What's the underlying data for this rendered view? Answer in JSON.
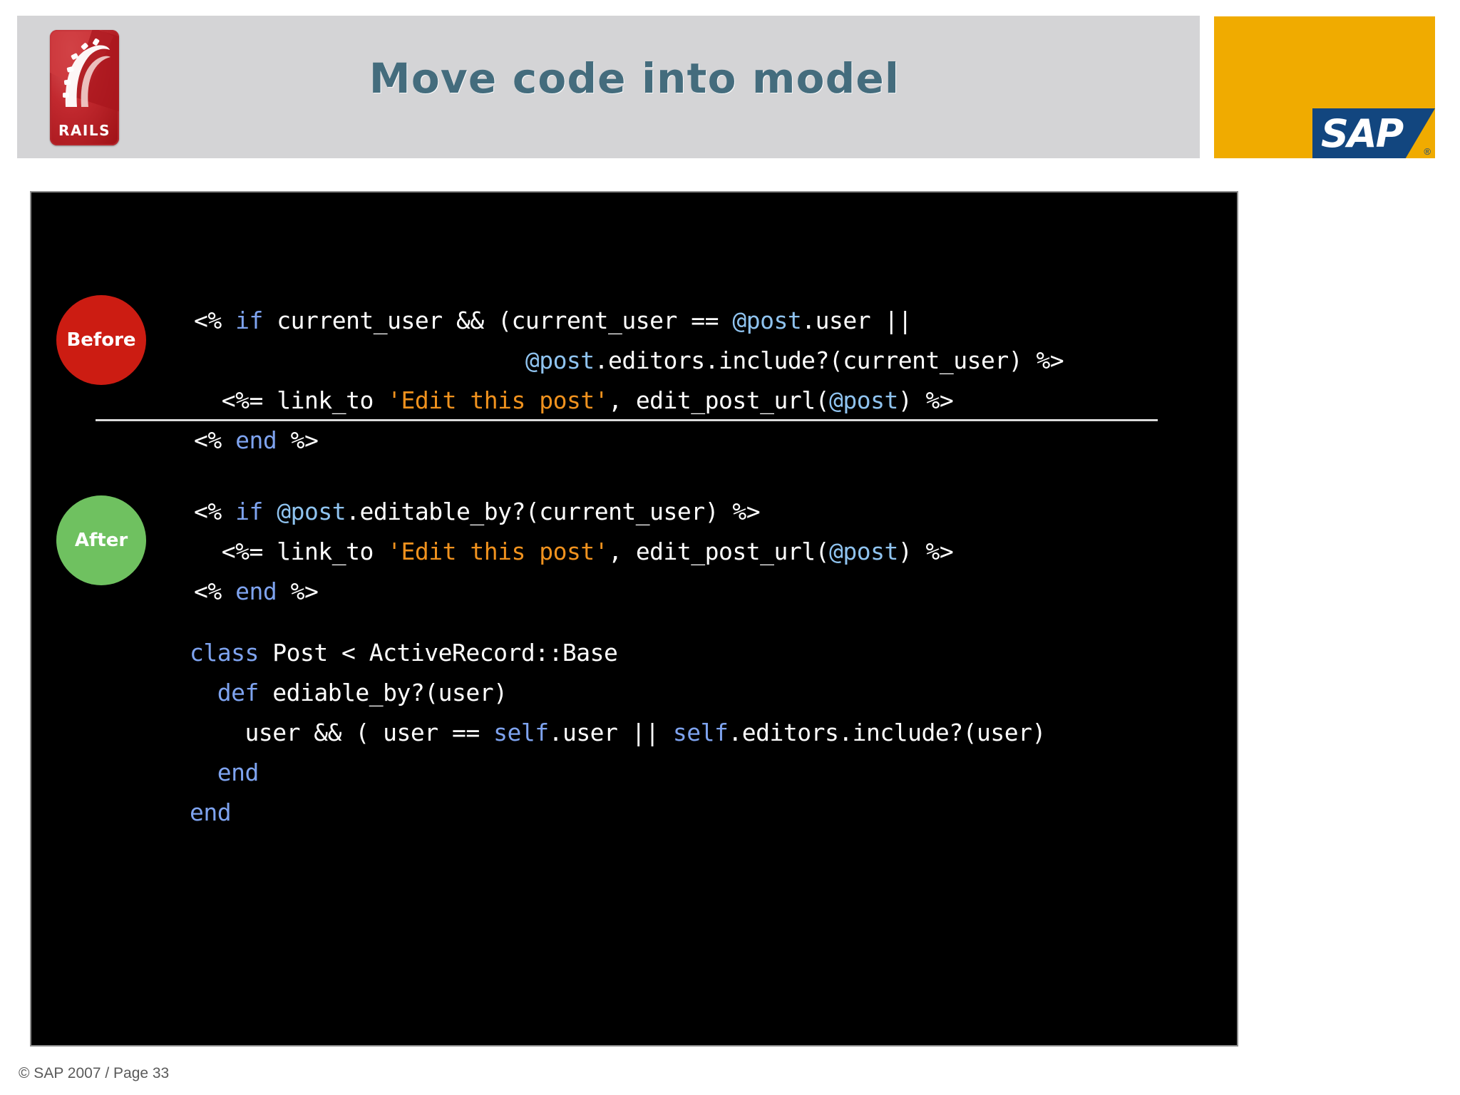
{
  "slide": {
    "title": "Move code into model",
    "footer": "© SAP 2007 / Page 33"
  },
  "branding": {
    "rails_logo_word": "RAILS",
    "sap_logo_word": "SAP",
    "sap_registered_mark": "®",
    "colors": {
      "header_bar": "#d4d4d6",
      "title_text": "#446c7d",
      "sap_orange": "#f0ab00",
      "sap_blue": "#12467f",
      "rails_red": "#c2292f",
      "code_background": "#000000",
      "badge_before": "#cc1c12",
      "badge_after": "#6fc160",
      "code_keyword": "#7ea3ef",
      "code_ivar": "#8fc3ef",
      "code_string": "#f0921e",
      "code_default": "#ffffff"
    }
  },
  "code": {
    "before": {
      "badge_label": "Before",
      "line1_erb_open": "<% ",
      "line1_kw_if": "if",
      "line1_mid": " current_user && (current_user == ",
      "line1_ivar": "@post",
      "line1_tail": ".user ||",
      "line2_indent": "                        ",
      "line2_ivar": "@post",
      "line2_tail": ".editors.include?(current_user) %>",
      "line3_indent": "  ",
      "line3_erb_open": "<%= ",
      "line3_call": "link_to ",
      "line3_string": "'Edit this post'",
      "line3_mid": ", edit_post_url(",
      "line3_ivar": "@post",
      "line3_tail": ") %>",
      "line4_erb_open": "<% ",
      "line4_kw_end": "end",
      "line4_tail": " %>"
    },
    "after": {
      "badge_label": "After",
      "line1_erb_open": "<% ",
      "line1_kw_if": "if",
      "line1_space": " ",
      "line1_ivar": "@post",
      "line1_tail": ".editable_by?(current_user) %>",
      "line2_indent": "  ",
      "line2_erb_open": "<%= ",
      "line2_call": "link_to ",
      "line2_string": "'Edit this post'",
      "line2_mid": ", edit_post_url(",
      "line2_ivar": "@post",
      "line2_tail": ") %>",
      "line3_erb_open": "<% ",
      "line3_kw_end": "end",
      "line3_tail": " %>"
    },
    "model": {
      "line1_kw_class": "class",
      "line1_tail": " Post < ActiveRecord::Base",
      "line2_indent": "  ",
      "line2_kw_def": "def",
      "line2_tail": " ediable_by?(user)",
      "line3_text": "    user && ( user == ",
      "line3_kw_self_a": "self",
      "line3_mid": ".user || ",
      "line3_kw_self_b": "self",
      "line3_tail": ".editors.include?(user)",
      "line4_indent": "  ",
      "line4_kw_end": "end",
      "line5_kw_end": "end"
    }
  }
}
